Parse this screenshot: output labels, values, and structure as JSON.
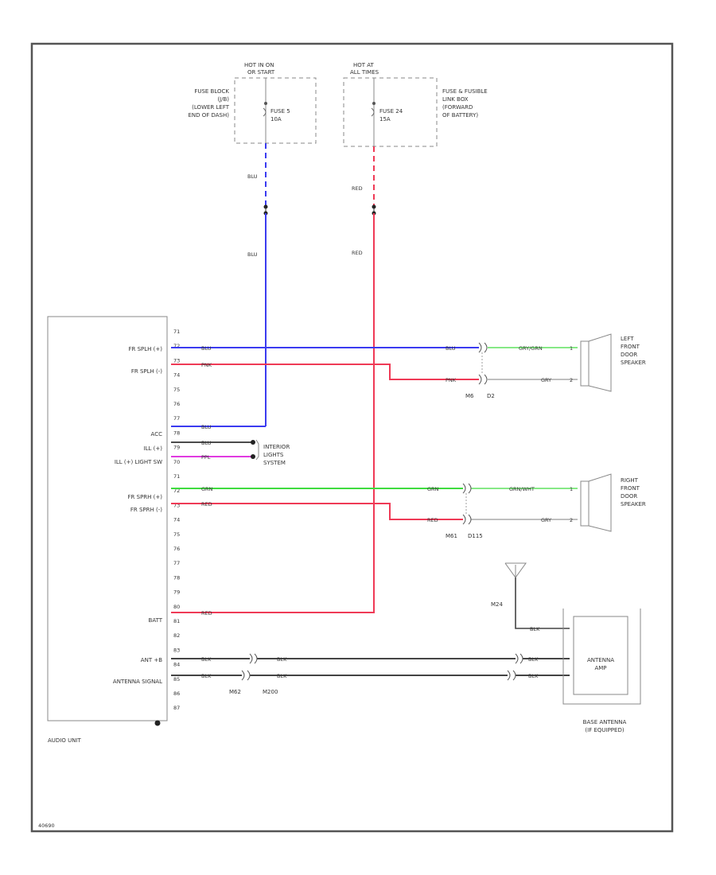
{
  "fuses": {
    "left": {
      "hot_label": "HOT IN ON",
      "hot_label_2": "OR START",
      "block_lines": [
        "FUSE BLOCK",
        "(J/B)",
        "(LOWER LEFT",
        "END OF DASH)"
      ],
      "fuse_lines": [
        "FUSE 5",
        "10A"
      ]
    },
    "right": {
      "hot_label": "HOT AT",
      "hot_label_2": "ALL TIMES",
      "block_lines": [
        "FUSE & FUSIBLE",
        "LINK BOX",
        "(FORWARD",
        "OF BATTERY)"
      ],
      "fuse_lines": [
        "FUSE 24",
        "15A"
      ]
    }
  },
  "wires": {
    "blu_upper": "BLU",
    "blu_lower": "BLU",
    "red_upper": "RED",
    "red_lower": "RED"
  },
  "audio_unit": {
    "label": "AUDIO UNIT",
    "left_labels": {
      "fr_splh_plus": "FR SPLH (+)",
      "fr_splh_minus": "FR SPLH (-)",
      "acc": "ACC",
      "ill_plus": "ILL (+)",
      "ill_light_sw": "ILL (+) LIGHT SW",
      "fr_sprh_plus": "FR SPRH (+)",
      "fr_sprh_minus": "FR SPRH (-)",
      "batt": "BATT",
      "ant_b": "ANT +B",
      "antenna_signal": "ANTENNA SIGNAL"
    },
    "pins": [
      "71",
      "72",
      "73",
      "74",
      "75",
      "76",
      "77",
      "78",
      "79",
      "70",
      "71",
      "72",
      "73",
      "74",
      "75",
      "76",
      "77",
      "78",
      "79",
      "80",
      "81",
      "82",
      "83",
      "84",
      "85",
      "86",
      "87"
    ]
  },
  "circuits": {
    "lf_plus_wire": "BLU",
    "lf_plus_wire_2": "BLU",
    "lf_plus_out": "GRY/GRN",
    "lf_minus_wire": "PNK",
    "lf_minus_wire_2": "PNK",
    "lf_minus_out": "GRY",
    "lf_connectors": [
      "M6",
      "D2"
    ],
    "acc_wire": "BLU",
    "ill_wire": "BLU",
    "ill_sw_wire": "PPL",
    "interior_lights": [
      "INTERIOR",
      "LIGHTS",
      "SYSTEM"
    ],
    "rf_plus_wire": "GRN",
    "rf_plus_wire_2": "GRN",
    "rf_plus_out": "GRN/WHT",
    "rf_minus_wire": "RED",
    "rf_minus_wire_2": "RED",
    "rf_minus_out": "GRY",
    "rf_connectors": [
      "M61",
      "D115"
    ],
    "batt_wire": "RED",
    "ant_b_wire": "BLK",
    "ant_b_wire_2": "BLK",
    "ant_b_wire_3": "BLK",
    "ant_sig_wire": "BLK",
    "ant_sig_wire_2": "BLK",
    "ant_sig_wire_3": "BLK",
    "ant_connectors": [
      "M62",
      "M200"
    ],
    "ground_wire": "BLK",
    "ground_label": "M24"
  },
  "speakers": {
    "left": [
      "LEFT",
      "FRONT",
      "DOOR",
      "SPEAKER"
    ],
    "right": [
      "RIGHT",
      "FRONT",
      "DOOR",
      "SPEAKER"
    ],
    "left_pins": [
      "1",
      "2"
    ],
    "right_pins": [
      "1",
      "2"
    ]
  },
  "antenna": {
    "amp_lines": [
      "ANTENNA",
      "AMP"
    ],
    "base_lines": [
      "BASE ANTENNA",
      "(IF EQUIPPED)"
    ]
  },
  "footer_code": "40690",
  "colors": {
    "blu": "#3b3bf0",
    "red": "#ef3a56",
    "green": "#3fdc3f",
    "purple": "#e03ae0",
    "black": "#333333",
    "gray": "#8a8a8a"
  }
}
